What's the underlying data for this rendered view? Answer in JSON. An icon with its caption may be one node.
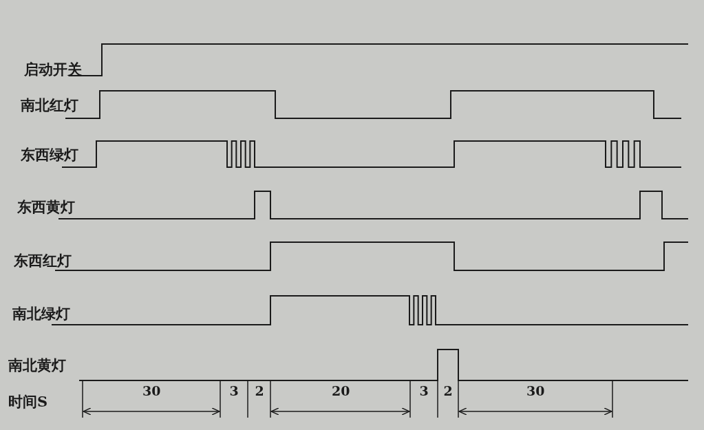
{
  "diagram": {
    "labels": [
      "启动开关",
      "南北红灯",
      "东西绿灯",
      "东西黄灯",
      "东西红灯",
      "南北绿灯",
      "南北黄灯",
      "时间S",
      "30",
      "3",
      "2",
      "20",
      "3",
      "2",
      "30"
    ]
  }
}
